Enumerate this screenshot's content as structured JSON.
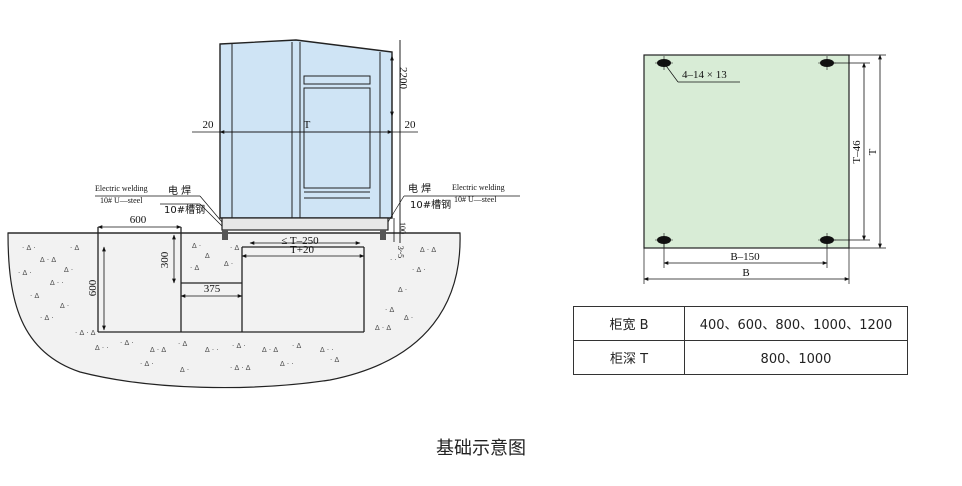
{
  "left_diagram": {
    "dim_height": "2200",
    "dim_gap_left": "20",
    "dim_gap_right": "20",
    "dim_width": "T",
    "weld_left_en": "Electric welding",
    "weld_left_zh": "电 焊",
    "steel_left_en": "10# U—steel",
    "steel_left_zh": "10#槽钢",
    "weld_right_zh": "电 焊",
    "weld_right_en": "Electric welding",
    "steel_right_zh": "10#槽钢",
    "steel_right_en": "10# U—steel",
    "dim_600_h": "600",
    "dim_300": "300",
    "dim_600_v": "600",
    "dim_375": "375",
    "dim_t250": "≤ T–250",
    "dim_t20": "T+20",
    "dim_100": "100",
    "dim_35": "3~5"
  },
  "right_diagram": {
    "hole_label": "4–14 × 13",
    "dim_b150": "B–150",
    "dim_b": "B",
    "dim_t46": "T–46",
    "dim_t": "T"
  },
  "spec_table": [
    {
      "key": "柜宽 B",
      "value": "400、600、800、1000、1200"
    },
    {
      "key": "柜深 T",
      "value": "800、1000"
    }
  ],
  "caption": "基础示意图",
  "colors": {
    "cabinet_fill": "#cfe4f5",
    "plate_fill": "#d8ecd6",
    "ground_fill": "#f2f2f2",
    "line": "#222222"
  }
}
